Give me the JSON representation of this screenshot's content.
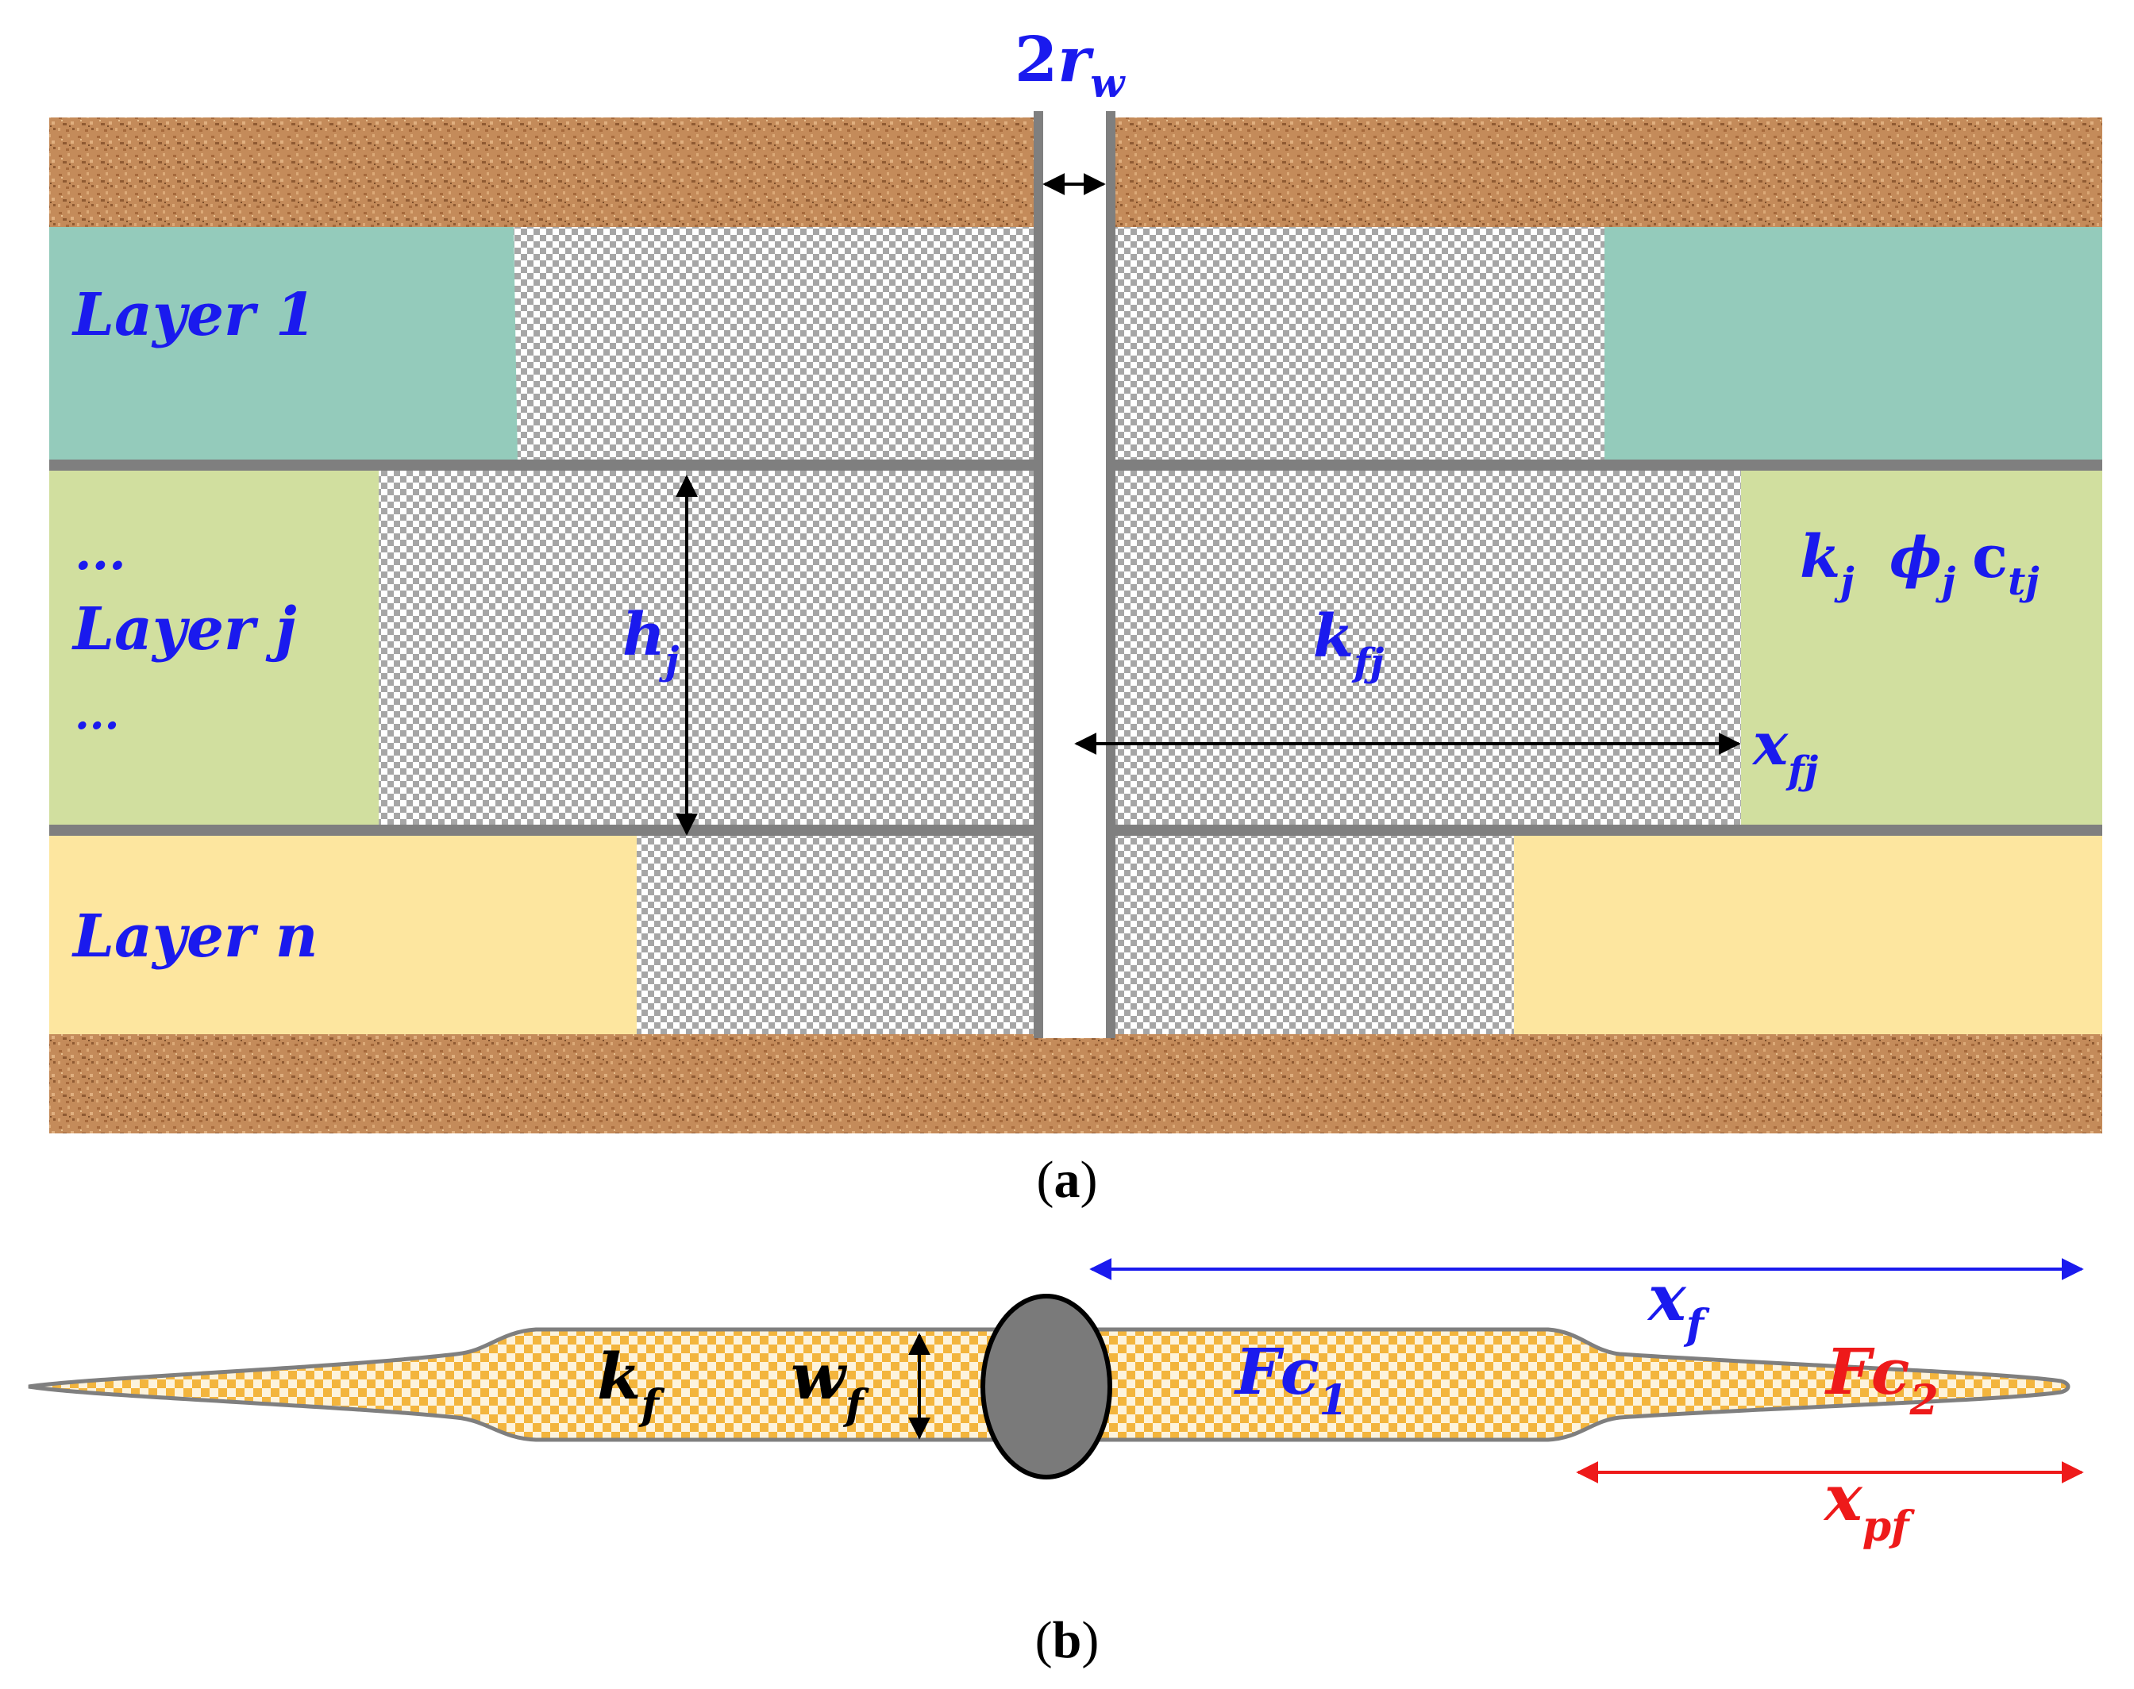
{
  "colors": {
    "label_blue": "#1a1aee",
    "label_red": "#ee1a1a",
    "label_black": "#000000",
    "layer1": "#94cbbb",
    "layerj": "#d1df9f",
    "layern": "#fde69f",
    "rock": "#c48b5a",
    "wall": "#7f7f7f",
    "fracture_fill": "#f3b53d",
    "wellbore_b": "#7a7a7a"
  },
  "panel_a": {
    "layers": {
      "layer1": "Layer 1",
      "dots_top": "...",
      "layerj": "Layer j",
      "dots_bottom": "...",
      "layern": "Layer n"
    },
    "symbols": {
      "rw_coef": "2",
      "rw_base": "r",
      "rw_sub": "w",
      "h_base": "h",
      "h_sub": "j",
      "kfj_base": "k",
      "kfj_sub": "fj",
      "xfj_base": "x",
      "xfj_sub": "fj",
      "k_base": "k",
      "k_sub": "j",
      "phi_base": "ϕ",
      "phi_sub": "j",
      "ct_base": "c",
      "ct_sub": "tj"
    },
    "caption": {
      "open": "(",
      "letter": "a",
      "close": ")"
    }
  },
  "panel_b": {
    "symbols": {
      "kf_base": "k",
      "kf_sub": "f",
      "wf_base": "w",
      "wf_sub": "f",
      "fc1_base": "Fc",
      "fc1_sub": "1",
      "fc2_base": "Fc",
      "fc2_sub": "2",
      "xf_base": "x",
      "xf_sub": "f",
      "xpf_base": "x",
      "xpf_sub": "pf"
    },
    "caption": {
      "open": "(",
      "letter": "b",
      "close": ")"
    }
  }
}
